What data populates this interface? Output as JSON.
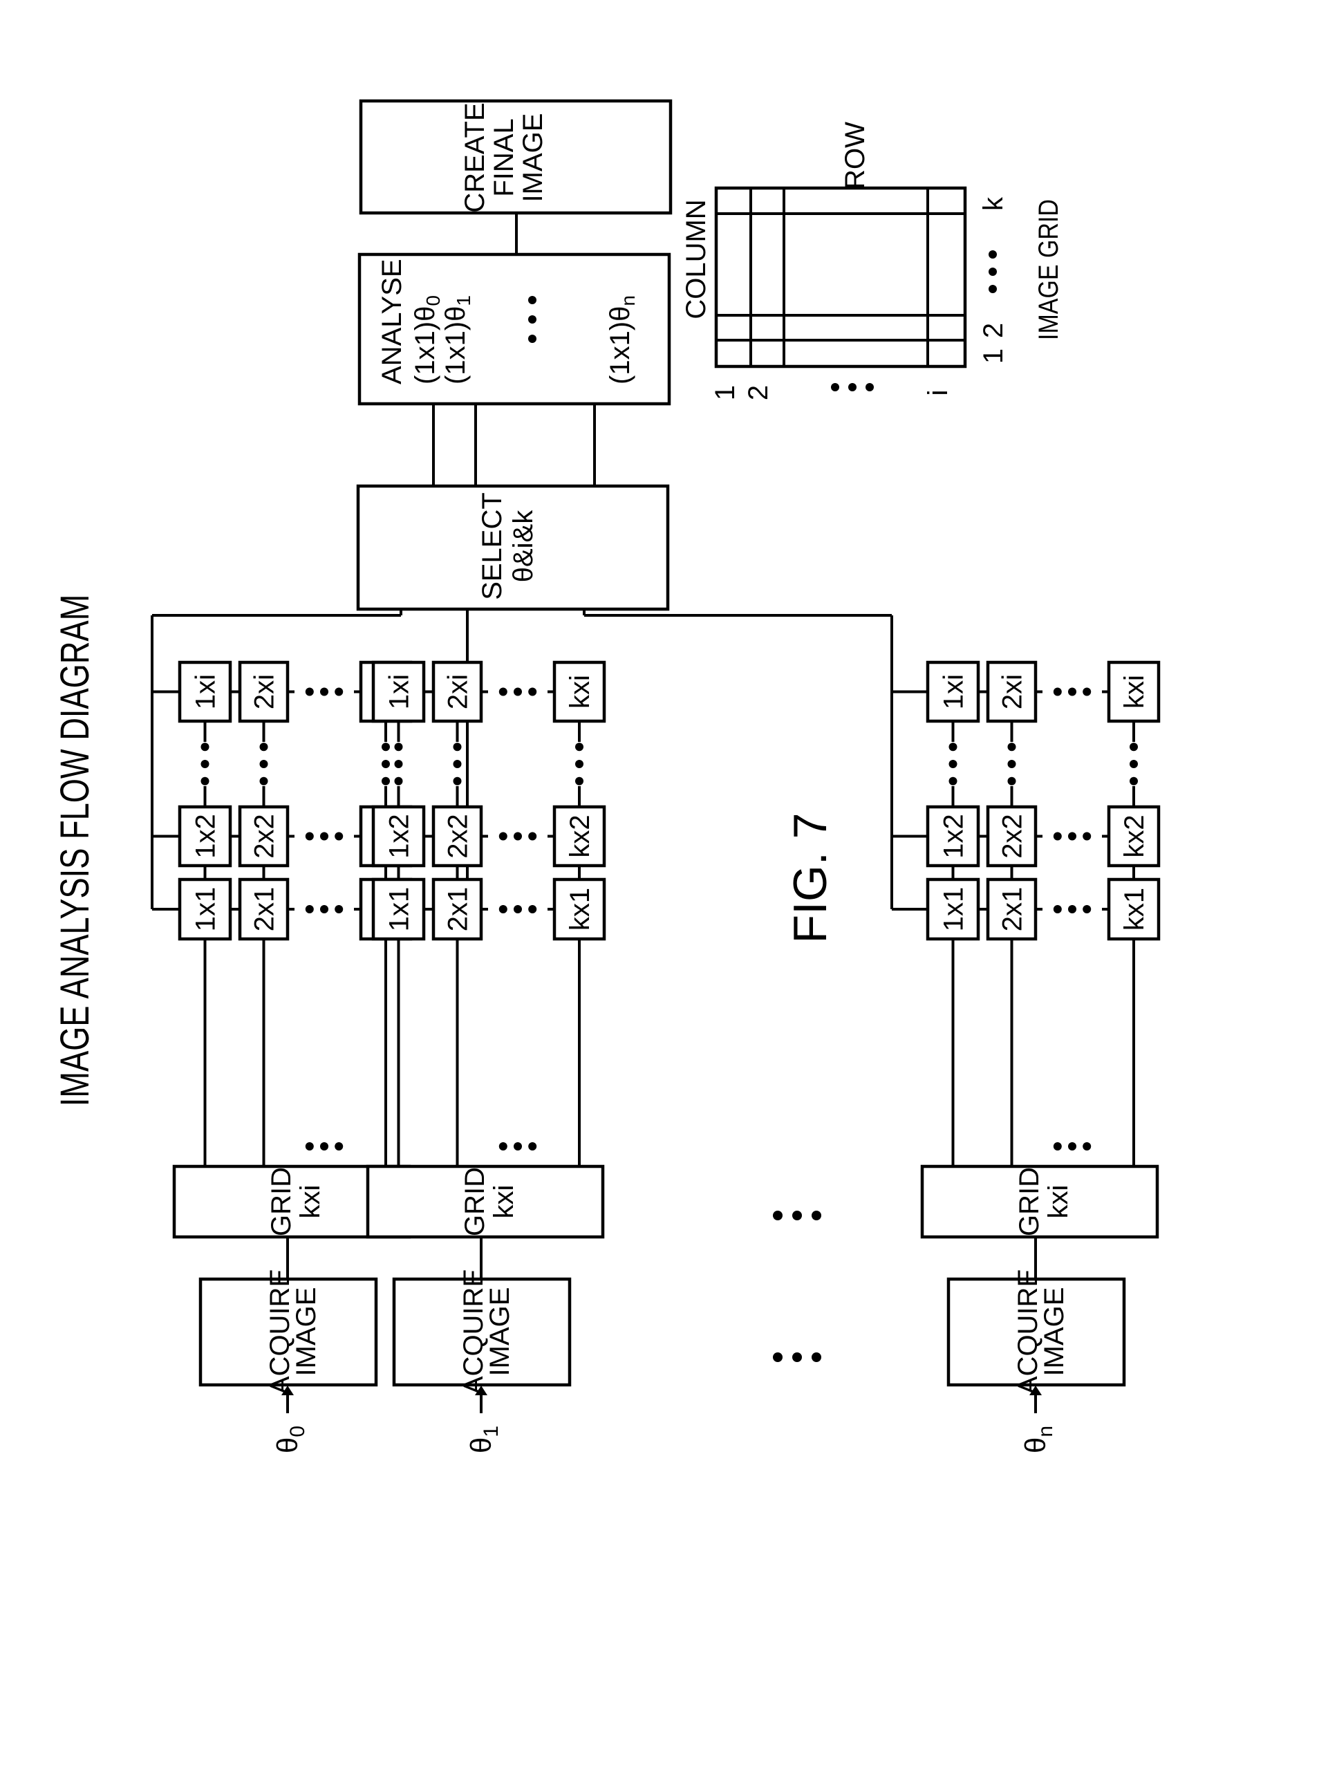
{
  "figure": {
    "title": "IMAGE ANALYSIS FLOW DIAGRAM",
    "label": "FIG. 7",
    "orientation": "rotated 90° counter-clockwise"
  },
  "branches": [
    {
      "theta": "θ",
      "theta_sub": "0",
      "acquire": [
        "ACQUIRE",
        "IMAGE"
      ],
      "grid": [
        "GRID",
        "kxi"
      ]
    },
    {
      "theta": "θ",
      "theta_sub": "1",
      "acquire": [
        "ACQUIRE",
        "IMAGE"
      ],
      "grid": [
        "GRID",
        "kxi"
      ]
    },
    {
      "theta": "θ",
      "theta_sub": "n",
      "acquire": [
        "ACQUIRE",
        "IMAGE"
      ],
      "grid": [
        "GRID",
        "kxi"
      ]
    }
  ],
  "cells": {
    "columns": [
      [
        "1x1",
        "1x2",
        "1xi"
      ],
      [
        "2x1",
        "2x2",
        "2xi"
      ],
      [
        "kx1",
        "kx2",
        "kxi"
      ]
    ]
  },
  "select": {
    "lines": [
      "SELECT",
      "θ&i&k"
    ]
  },
  "analyse": {
    "lines": [
      "ANALYSE",
      "(1x1)θ",
      "(1x1)θ",
      "(1x1)θ"
    ],
    "subs": [
      "0",
      "1",
      "n"
    ]
  },
  "create": {
    "lines": [
      "CREATE",
      "FINAL",
      "IMAGE"
    ]
  },
  "image_grid": {
    "caption": "IMAGE GRID",
    "row_label": "ROW",
    "column_label": "COLUMN",
    "row_ticks": [
      "1",
      "2",
      "k"
    ],
    "column_ticks": [
      "1",
      "2",
      "i"
    ]
  },
  "ellipsis": "•••"
}
